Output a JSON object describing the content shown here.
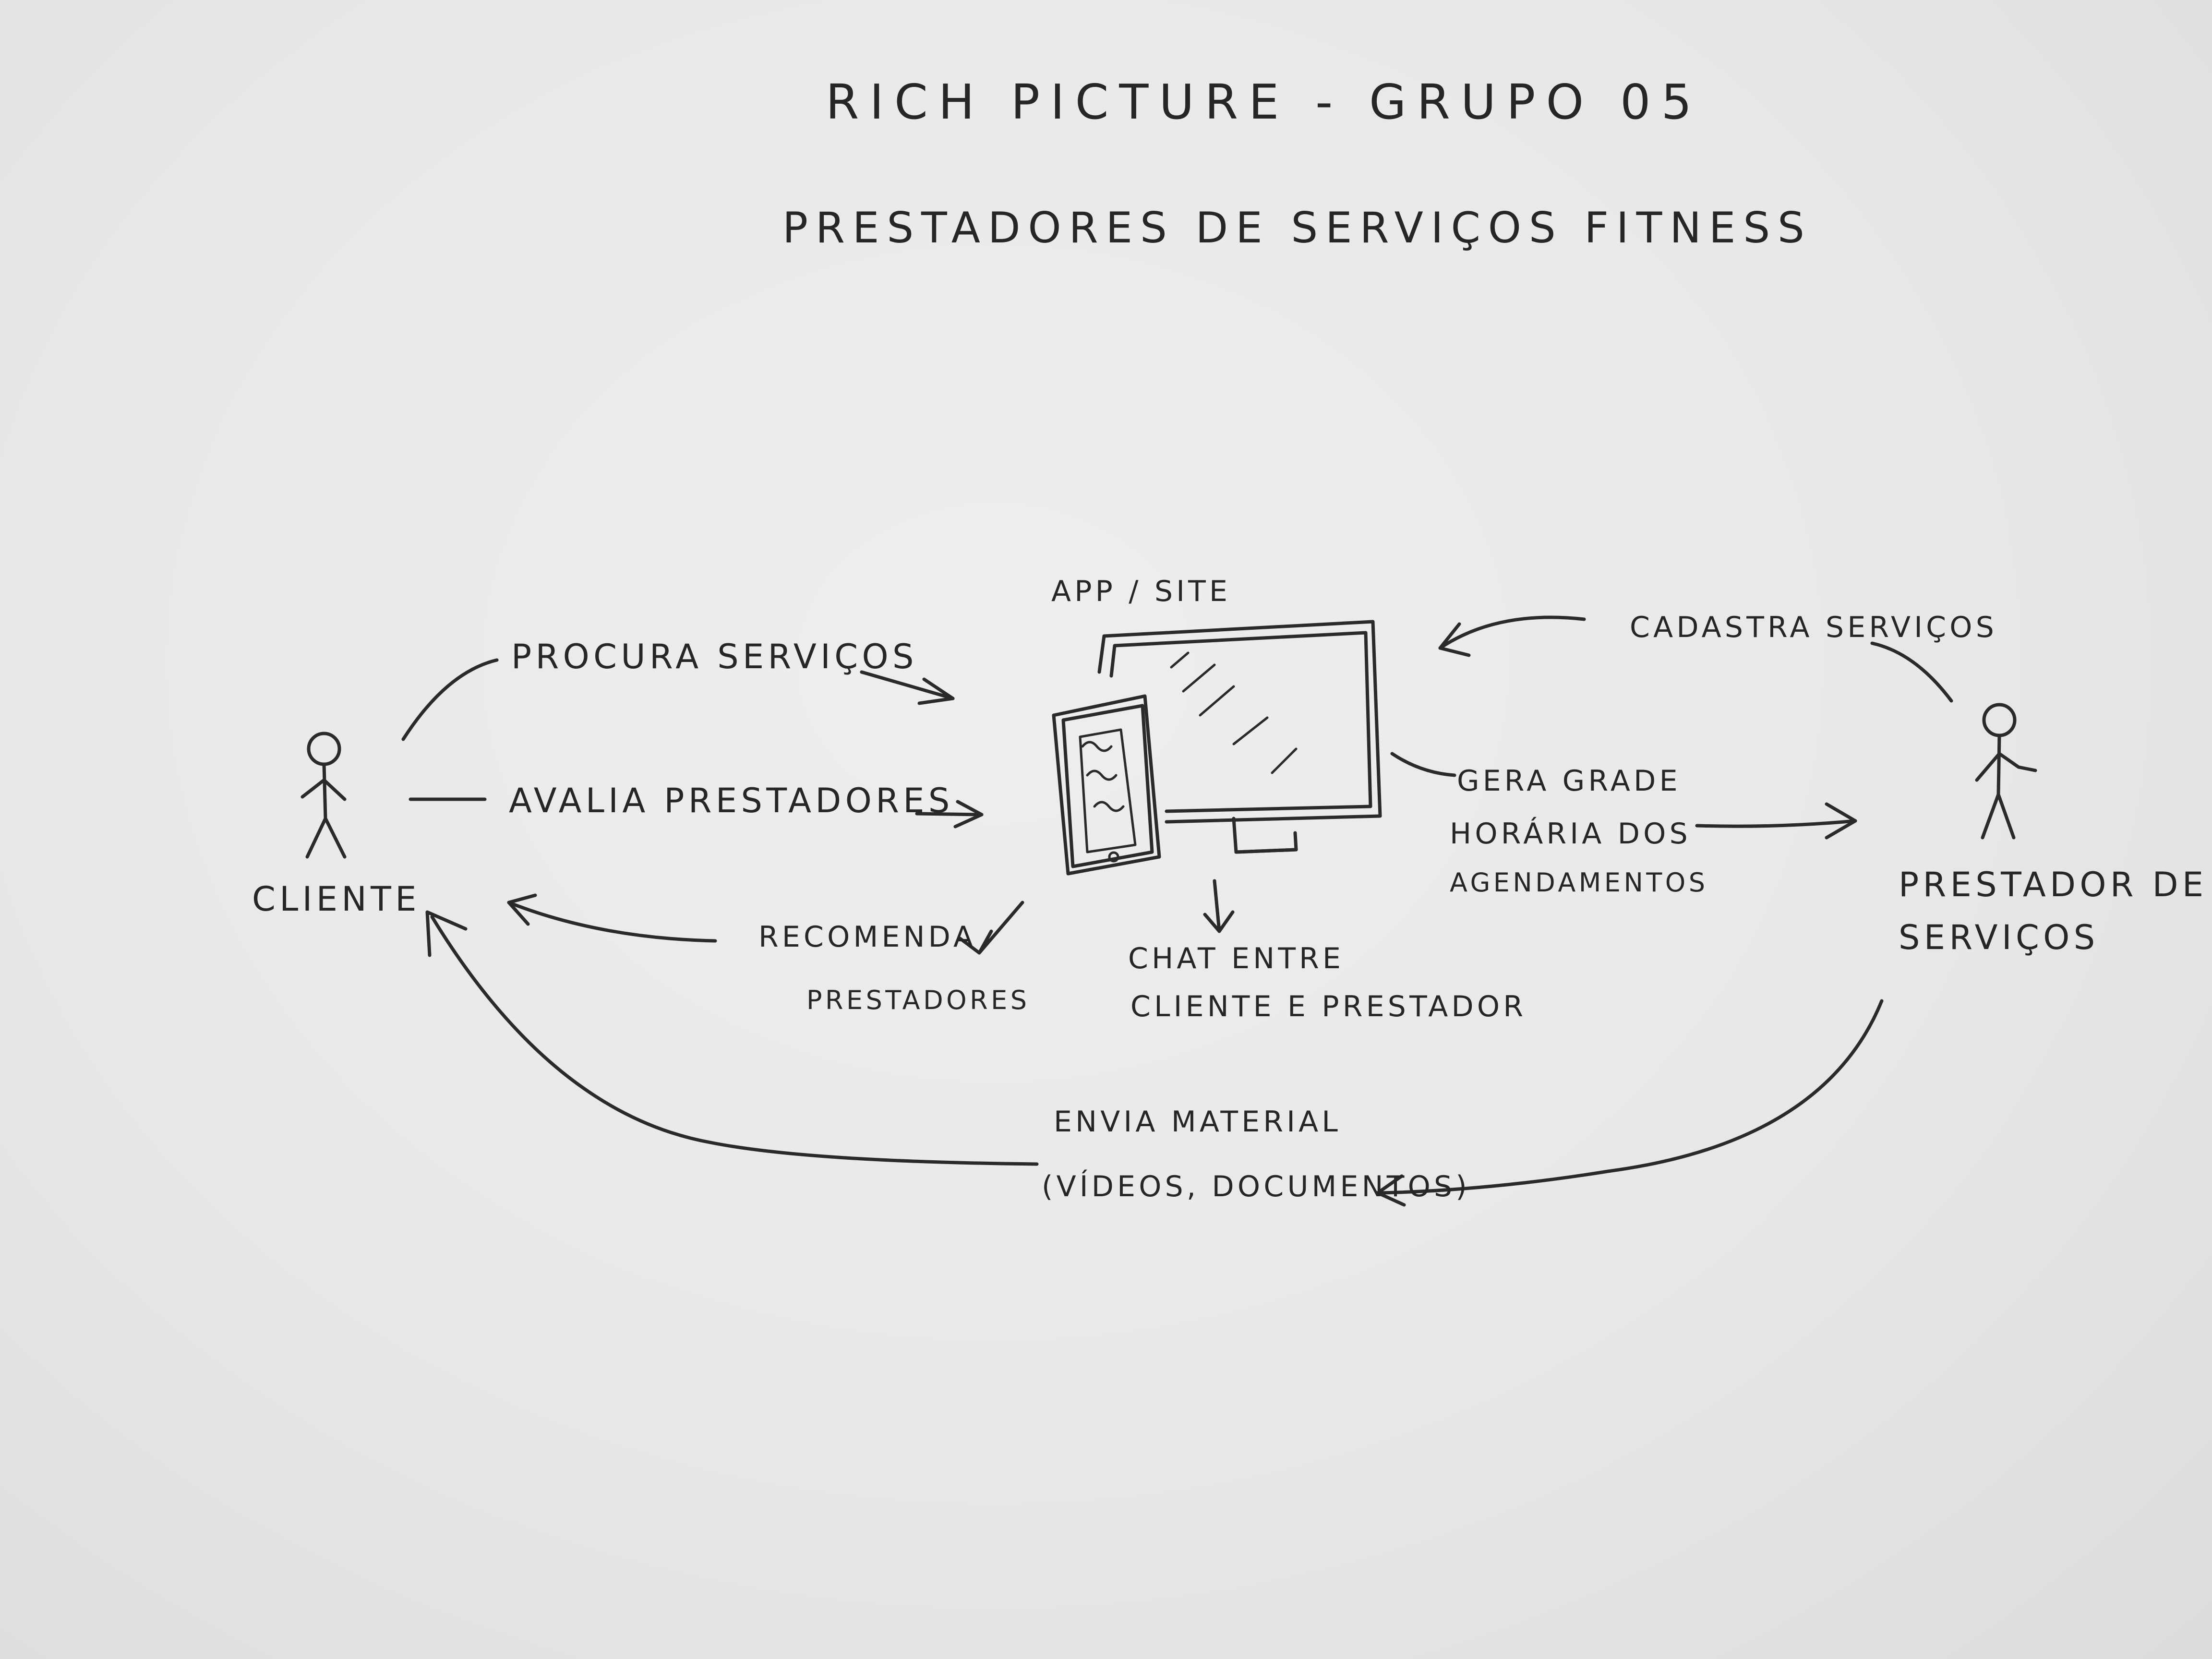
{
  "title": "RICH PICTURE - GRUPO 05",
  "subtitle": "PRESTADORES DE SERVIÇOS FITNESS",
  "system": {
    "label": "APP / SITE"
  },
  "actors": {
    "cliente": "CLIENTE",
    "prestador_line1": "PRESTADOR DE",
    "prestador_line2": "SERVIÇOS"
  },
  "flows": {
    "procura_servicos": "PROCURA SERVIÇOS",
    "avalia_prestadores": "AVALIA PRESTADORES",
    "recomenda_line1": "RECOMENDA",
    "recomenda_line2": "PRESTADORES",
    "chat_line1": "CHAT ENTRE",
    "chat_line2": "CLIENTE E PRESTADOR",
    "cadastra_servicos": "CADASTRA SERVIÇOS",
    "gera_line1": "GERA GRADE",
    "gera_line2": "HORÁRIA DOS",
    "gera_line3": "AGENDAMENTOS",
    "envia_line1": "ENVIA MATERIAL",
    "envia_line2": "(VÍDEOS, DOCUMENTOS)"
  }
}
